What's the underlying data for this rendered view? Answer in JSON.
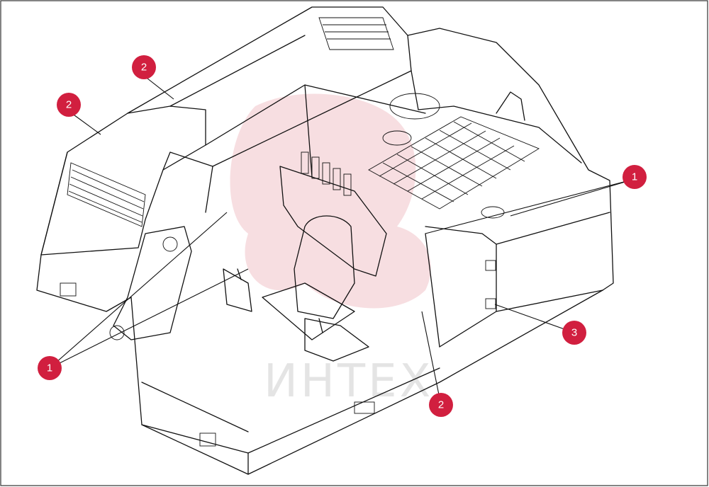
{
  "diagram": {
    "watermark_text": "ИНТЕХ",
    "callouts": [
      {
        "id": "c1",
        "label": "2"
      },
      {
        "id": "c2",
        "label": "2"
      },
      {
        "id": "c3",
        "label": "1"
      },
      {
        "id": "c4",
        "label": "1"
      },
      {
        "id": "c5",
        "label": "3"
      },
      {
        "id": "c6",
        "label": "2"
      }
    ]
  }
}
